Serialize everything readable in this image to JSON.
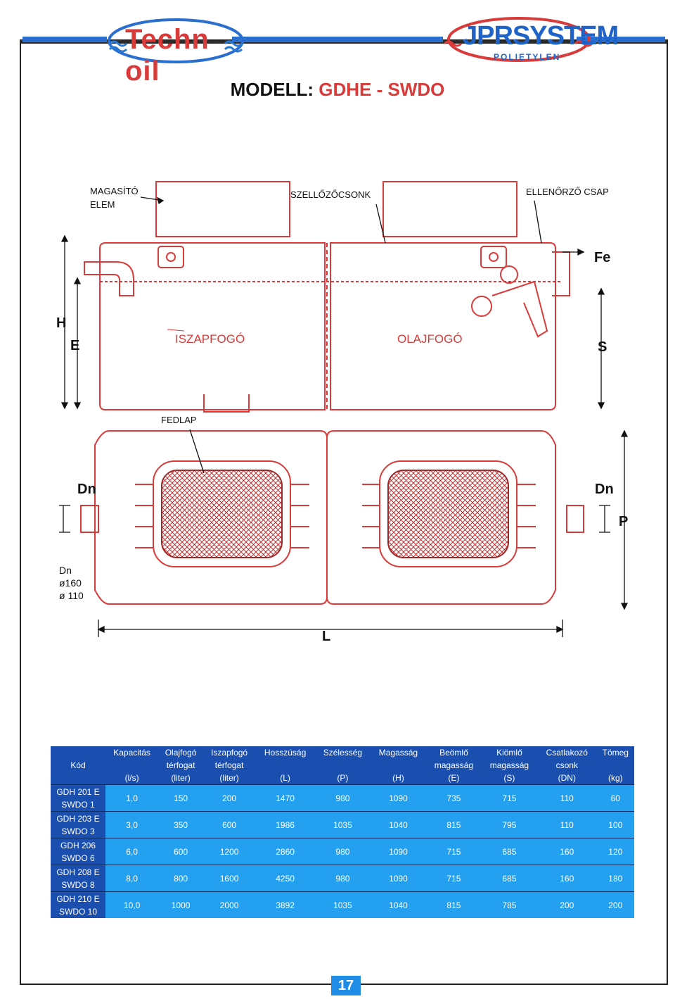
{
  "logos": {
    "left_word": "Techn oil",
    "right_word": "JPRSYSTEM",
    "right_sub": "POLIETYLEN"
  },
  "title": {
    "prefix": "MODELL:",
    "model": "GDHE - SWDO"
  },
  "drawing": {
    "labels": {
      "magasito_1": "MAGASÍTÓ",
      "magasito_2": "ELEM",
      "szellozo": "SZELLŐZŐCSONK",
      "ellenorzo": "ELLENŐRZŐ CSAP",
      "iszapfogo": "ISZAPFOGÓ",
      "olajfogo": "OLAJFOGÓ",
      "fedlap": "FEDLAP",
      "fe": "Fe",
      "h": "H",
      "e": "E",
      "s": "S",
      "dn_left": "Dn",
      "dn_right": "Dn",
      "p": "P",
      "l": "L",
      "dn_note_1": "Dn",
      "dn_note_2": "ø160",
      "dn_note_3": "ø 110"
    }
  },
  "table": {
    "header_row1": [
      "",
      "Kapacitás",
      "Olajfogó",
      "Iszapfogó",
      "Hosszúság",
      "Szélesség",
      "Magasság",
      "Beömlő",
      "Kiömlő",
      "Csatlakozó",
      "Tömeg"
    ],
    "header_row2": [
      "Kód",
      "",
      "térfogat",
      "térfogat",
      "",
      "",
      "",
      "magasság",
      "magasság",
      "csonk",
      ""
    ],
    "header_row3": [
      "",
      "(l/s)",
      "(liter)",
      "(liter)",
      "(L)",
      "(P)",
      "(H)",
      "(E)",
      "(S)",
      "(DN)",
      "(kg)"
    ],
    "rows": [
      {
        "code": [
          "GDH 201 E",
          "SWDO 1"
        ],
        "values": [
          "1,0",
          "150",
          "200",
          "1470",
          "980",
          "1090",
          "735",
          "715",
          "110",
          "60"
        ]
      },
      {
        "code": [
          "GDH 203 E",
          "SWDO 3"
        ],
        "values": [
          "3,0",
          "350",
          "600",
          "1986",
          "1035",
          "1040",
          "815",
          "795",
          "110",
          "100"
        ]
      },
      {
        "code": [
          "GDH 206",
          "SWDO 6"
        ],
        "values": [
          "6,0",
          "600",
          "1200",
          "2860",
          "980",
          "1090",
          "715",
          "685",
          "160",
          "120"
        ]
      },
      {
        "code": [
          "GDH 208 E",
          "SWDO 8"
        ],
        "values": [
          "8,0",
          "800",
          "1600",
          "4250",
          "980",
          "1090",
          "715",
          "685",
          "160",
          "180"
        ]
      },
      {
        "code": [
          "GDH 210 E",
          "SWDO 10"
        ],
        "values": [
          "10,0",
          "1000",
          "2000",
          "3892",
          "1035",
          "1040",
          "815",
          "785",
          "200",
          "200"
        ]
      }
    ]
  },
  "page_number": "17",
  "colors": {
    "accent_red": "#d93a3a",
    "accent_blue": "#1f63c9",
    "table_header": "#1a4fb0",
    "table_body": "#23a0f0"
  }
}
